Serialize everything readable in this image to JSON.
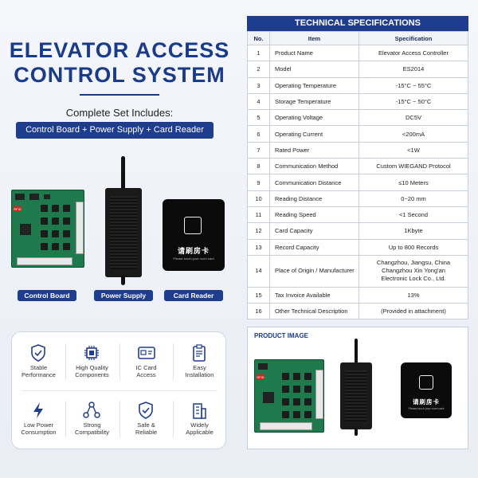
{
  "title_line1": "ELEVATOR ACCESS",
  "title_line2": "CONTROL SYSTEM",
  "subtitle": "Complete Set Includes:",
  "includes": "Control Board + Power Supply + Card Reader",
  "products": [
    {
      "label": "Control Board"
    },
    {
      "label": "Power Supply"
    },
    {
      "label": "Card Reader"
    }
  ],
  "card_text_cn": "请刷房卡",
  "card_text_en": "Please touch your room card",
  "board_tag": "RFID",
  "features": [
    {
      "label_1": "Stable",
      "label_2": "Performance",
      "icon": "shield-check-icon"
    },
    {
      "label_1": "High Quality",
      "label_2": "Components",
      "icon": "chip-icon"
    },
    {
      "label_1": "IC Card",
      "label_2": "Access",
      "icon": "card-icon"
    },
    {
      "label_1": "Easy",
      "label_2": "Installation",
      "icon": "clipboard-icon"
    },
    {
      "label_1": "Low Power",
      "label_2": "Consumption",
      "icon": "lightning-icon"
    },
    {
      "label_1": "Strong",
      "label_2": "Compatibility",
      "icon": "network-icon"
    },
    {
      "label_1": "Safe &",
      "label_2": "Reliable",
      "icon": "shield-tick-icon"
    },
    {
      "label_1": "Widely",
      "label_2": "Applicable",
      "icon": "building-icon"
    }
  ],
  "spec": {
    "heading": "TECHNICAL SPECIFICATIONS",
    "col_no": "No.",
    "col_item": "Item",
    "col_spec": "Specification",
    "rows": [
      {
        "no": "1",
        "item": "Product Name",
        "value": "Elevator Access Controller"
      },
      {
        "no": "2",
        "item": "Model",
        "value": "ES2014"
      },
      {
        "no": "3",
        "item": "Operating Temperature",
        "value": "-15°C ~ 55°C"
      },
      {
        "no": "4",
        "item": "Storage Temperature",
        "value": "-15°C ~ 50°C"
      },
      {
        "no": "5",
        "item": "Operating Voltage",
        "value": "DC5V"
      },
      {
        "no": "6",
        "item": "Operating Current",
        "value": "<200mA"
      },
      {
        "no": "7",
        "item": "Rated Power",
        "value": "<1W"
      },
      {
        "no": "8",
        "item": "Communication Method",
        "value": "Custom WIEGAND Protocol"
      },
      {
        "no": "9",
        "item": "Communication Distance",
        "value": "≤10 Meters"
      },
      {
        "no": "10",
        "item": "Reading Distance",
        "value": "0~20 mm"
      },
      {
        "no": "11",
        "item": "Reading Speed",
        "value": "<1 Second"
      },
      {
        "no": "12",
        "item": "Card Capacity",
        "value": "1Kbyte"
      },
      {
        "no": "13",
        "item": "Record Capacity",
        "value": "Up to 800 Records"
      },
      {
        "no": "14",
        "item": "Place of Origin / Manufacturer",
        "value_1": "Changzhou, Jiangsu, China",
        "value_2": "Changzhou Xin Yong'an",
        "value_3": "Electronic Lock Co., Ltd."
      },
      {
        "no": "15",
        "item": "Tax Invoice Available",
        "value": "13%"
      },
      {
        "no": "16",
        "item": "Other Technical Description",
        "value": "(Provided in attachment)"
      }
    ]
  },
  "product_image_caption": "PRODUCT IMAGE",
  "colors": {
    "brand": "#1f3d8e",
    "title": "#1a3a8a",
    "pcb": "#1e7a4c"
  }
}
